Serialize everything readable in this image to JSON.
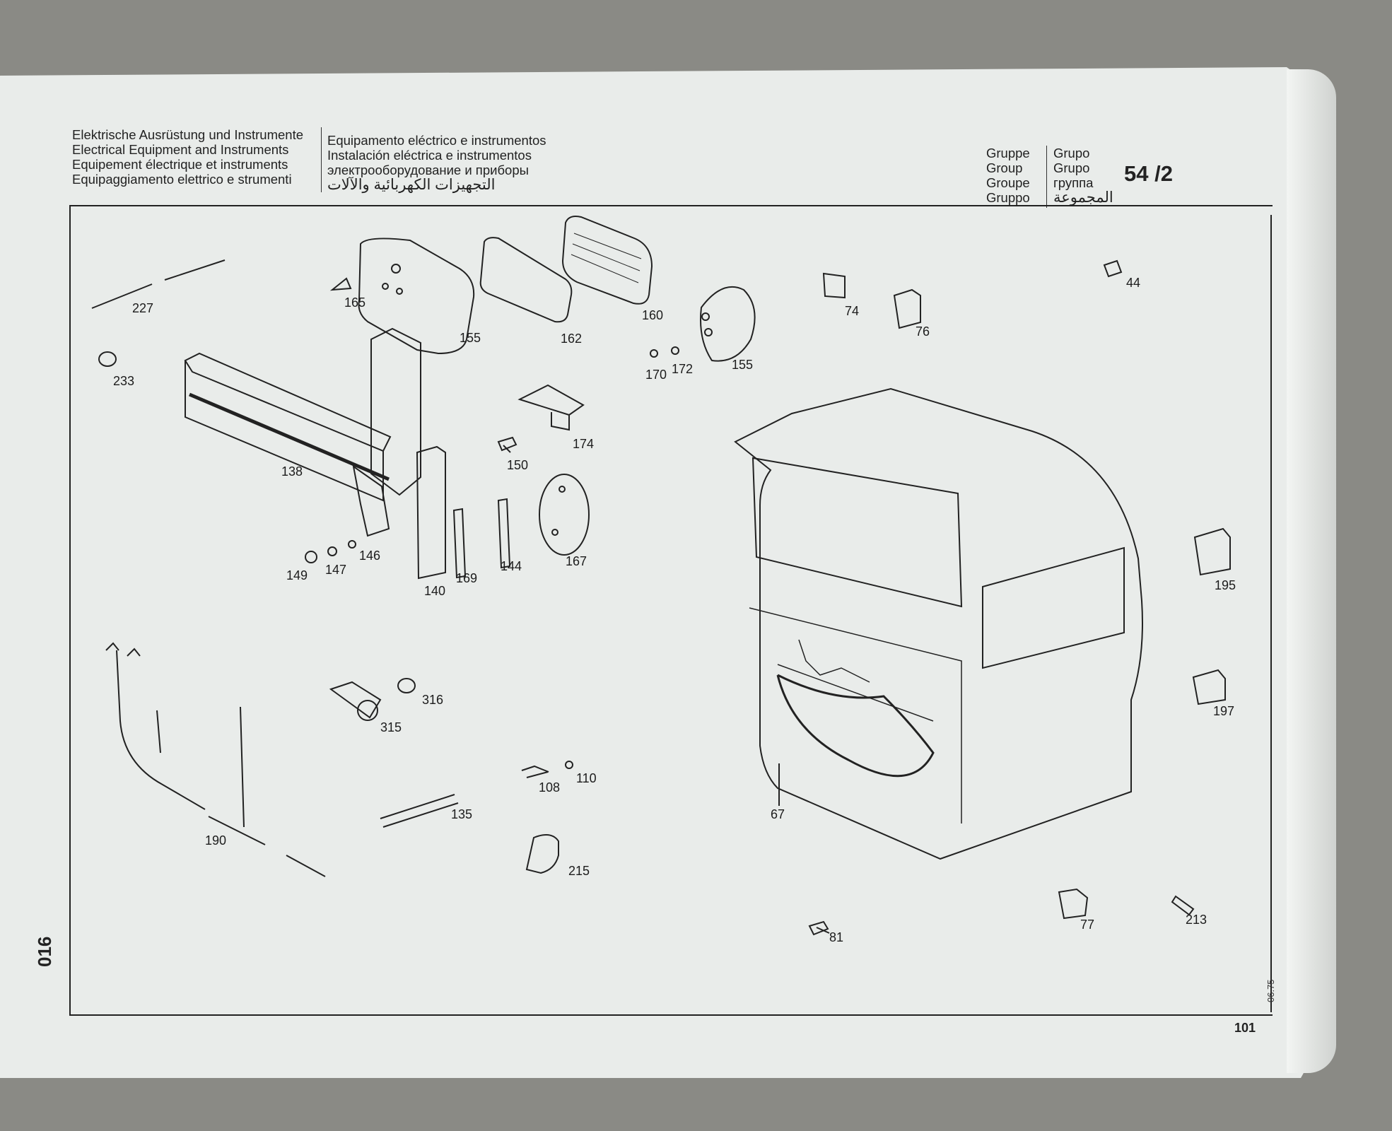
{
  "header": {
    "lines_left": [
      "Elektrische Ausrüstung und Instrumente",
      "Electrical Equipment and Instruments",
      "Equipement électrique et instruments",
      "Equipaggiamento elettrico e strumenti"
    ],
    "lines_right": [
      "Equipamento eléctrico e instrumentos",
      "Instalación eléctrica e instrumentos",
      "электрооборудование и приборы",
      "التجهيزات الكهربائية والآلات"
    ]
  },
  "group": {
    "labels_a": [
      "Gruppe",
      "Group",
      "Groupe",
      "Gruppo"
    ],
    "labels_b": [
      "Grupo",
      "Grupo",
      "группа",
      "المجموعة"
    ],
    "number": "54 /2"
  },
  "parts": [
    {
      "id": "227"
    },
    {
      "id": "165"
    },
    {
      "id": "155"
    },
    {
      "id": "162"
    },
    {
      "id": "160"
    },
    {
      "id": "155b",
      "label": "155"
    },
    {
      "id": "74"
    },
    {
      "id": "76"
    },
    {
      "id": "44"
    },
    {
      "id": "233"
    },
    {
      "id": "170"
    },
    {
      "id": "172"
    },
    {
      "id": "174"
    },
    {
      "id": "138"
    },
    {
      "id": "150"
    },
    {
      "id": "167"
    },
    {
      "id": "144"
    },
    {
      "id": "169"
    },
    {
      "id": "140"
    },
    {
      "id": "146"
    },
    {
      "id": "147"
    },
    {
      "id": "149"
    },
    {
      "id": "195"
    },
    {
      "id": "316"
    },
    {
      "id": "315"
    },
    {
      "id": "197"
    },
    {
      "id": "110"
    },
    {
      "id": "108"
    },
    {
      "id": "135"
    },
    {
      "id": "190"
    },
    {
      "id": "215"
    },
    {
      "id": "67"
    },
    {
      "id": "77"
    },
    {
      "id": "213"
    },
    {
      "id": "81"
    }
  ],
  "side_code": "016",
  "date_code": "06.75",
  "page_number": "101"
}
